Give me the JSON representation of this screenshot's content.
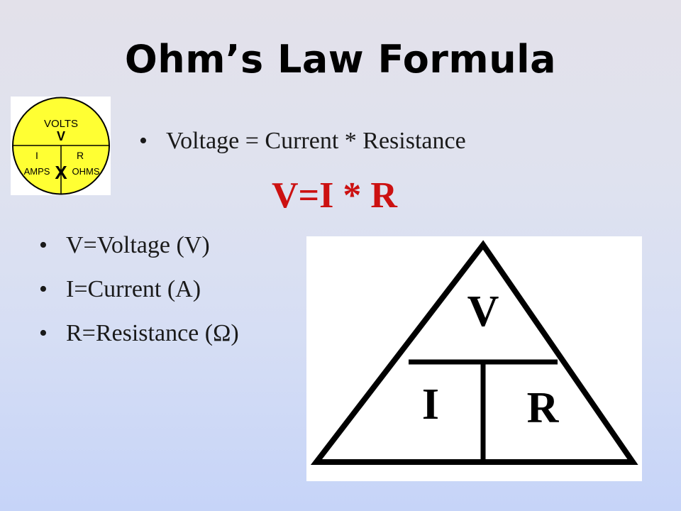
{
  "title": "Ohm’s Law Formula",
  "circle": {
    "top_word": "VOLTS",
    "top_letter": "V",
    "left_letter": "I",
    "right_letter": "R",
    "left_word": "AMPS",
    "right_word": "OHMS",
    "center_mark": "X",
    "fill_color": "#ffff33"
  },
  "main_bullet": "Voltage = Current * Resistance",
  "formula": "V=I * R",
  "formula_color": "#cc1111",
  "definitions": [
    "V=Voltage (V)",
    "I=Current (A)",
    "R=Resistance (Ω)"
  ],
  "bullet_symbol": "•",
  "triangle": {
    "top": "V",
    "bottom_left": "I",
    "bottom_right": "R"
  }
}
